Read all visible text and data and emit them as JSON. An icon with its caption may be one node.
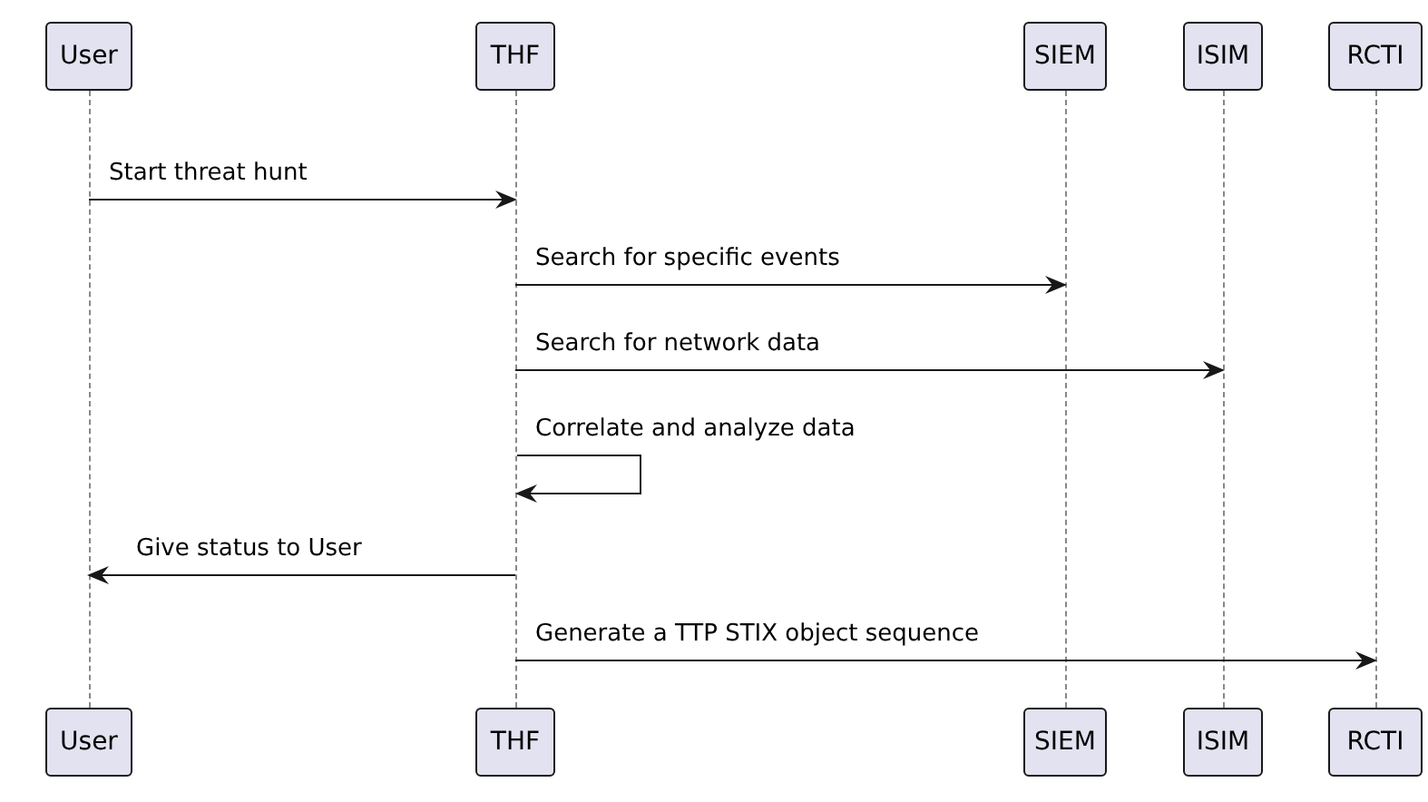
{
  "diagram": {
    "nodes": [
      {
        "text": [
          "User"
        ]
      },
      {
        "text": [
          "THF"
        ]
      },
      {
        "text": [
          "SIEM"
        ]
      },
      {
        "text": [
          "ISIM"
        ]
      },
      {
        "text": [
          "RCTI"
        ]
      },
      {
        "text": [],
        "shape": "line"
      },
      {
        "text": [],
        "shape": "line"
      },
      {
        "text": [],
        "shape": "line"
      },
      {
        "text": [],
        "shape": "line"
      },
      {
        "text": [],
        "shape": "line"
      },
      {
        "text": [
          "User"
        ]
      },
      {
        "text": [
          "THF"
        ]
      },
      {
        "text": [
          "SIEM"
        ]
      },
      {
        "text": [
          "ISIM"
        ]
      },
      {
        "text": [
          "RCTI"
        ]
      }
    ],
    "edges": [
      {
        "from": 5,
        "to": 6,
        "arrow": "to",
        "label": "Start threat hunt"
      },
      {
        "from": 6,
        "to": 7,
        "arrow": "to",
        "label": "Search for specific events"
      },
      {
        "from": 6,
        "to": 8,
        "arrow": "to",
        "label": "Search for network data"
      },
      {
        "from": 6,
        "to": 6,
        "arrow": "to",
        "label": "Correlate and analyze data"
      },
      {
        "from": 6,
        "to": 5,
        "arrow": "to",
        "label": "Give status to User"
      },
      {
        "from": 6,
        "to": 9,
        "arrow": "to",
        "label": "Generate a TTP STIX object sequence"
      }
    ]
  }
}
